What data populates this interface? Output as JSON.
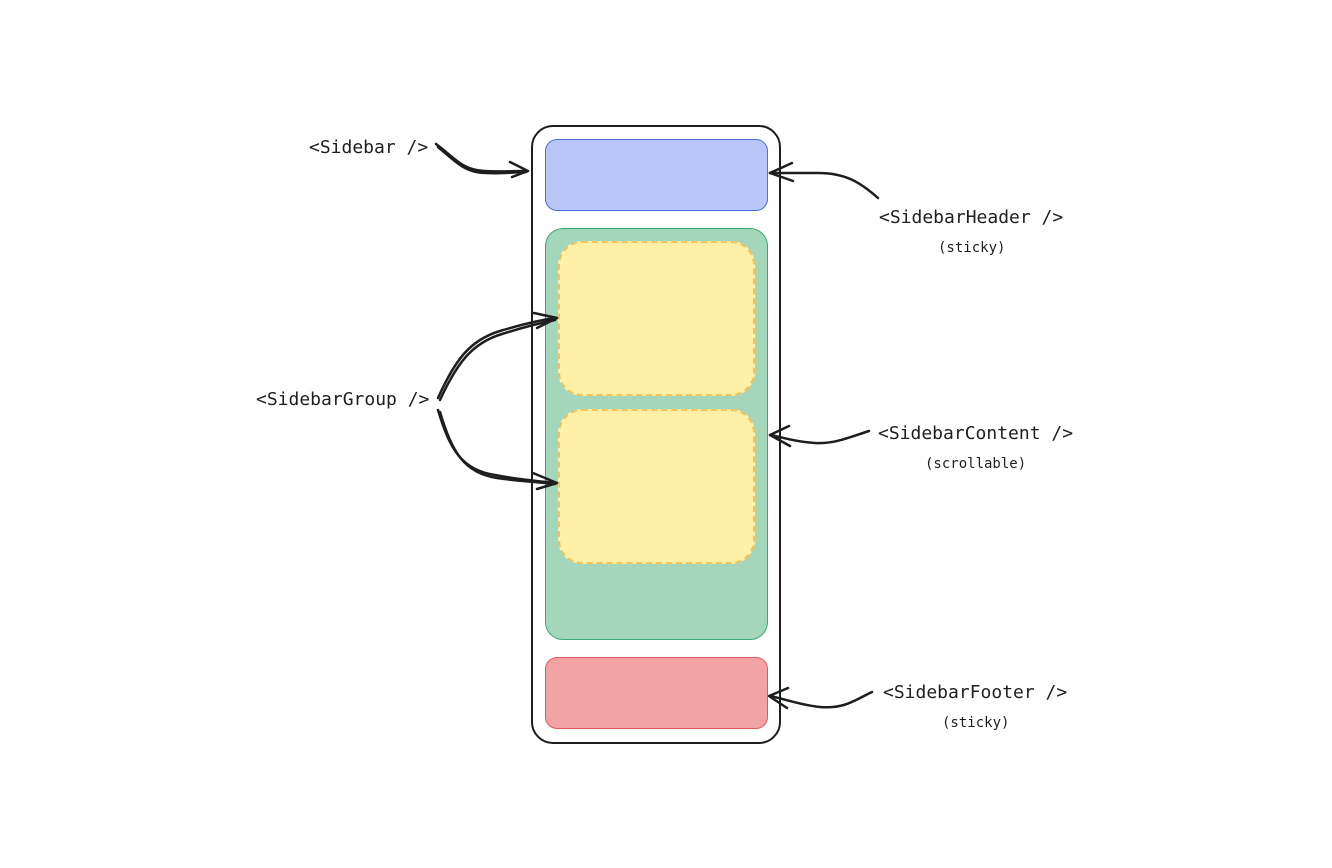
{
  "labels": {
    "sidebar": "<Sidebar />",
    "sidebar_header": "<SidebarHeader />",
    "sidebar_header_note": "(sticky)",
    "sidebar_group": "<SidebarGroup />",
    "sidebar_content": "<SidebarContent />",
    "sidebar_content_note": "(scrollable)",
    "sidebar_footer": "<SidebarFooter />",
    "sidebar_footer_note": "(sticky)"
  },
  "colors": {
    "stroke": "#1e1e1e",
    "header_fill": "#b8c7f8",
    "header_stroke": "#4a6fd8",
    "content_fill": "#a3d6bb",
    "content_stroke": "#3aa675",
    "group_fill": "#fff0a8",
    "group_stroke": "#f5c35a",
    "footer_fill": "#f2a3a3",
    "footer_stroke": "#e05a5a"
  }
}
